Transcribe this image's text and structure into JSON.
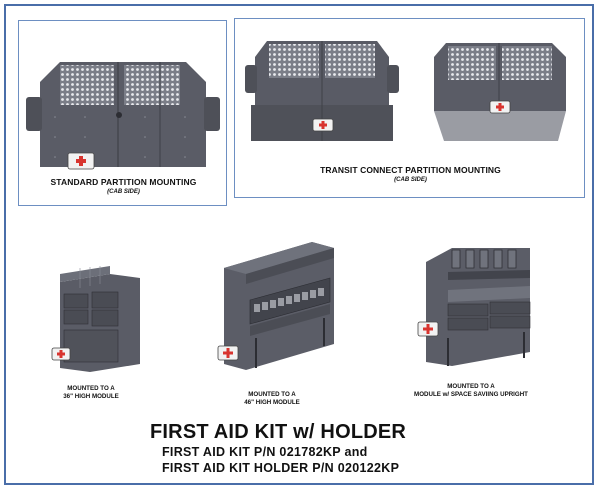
{
  "figures": [
    {
      "caption": "STANDARD PARTITION MOUNTING",
      "subcaption": "(CAB SIDE)"
    },
    {
      "caption": "TRANSIT CONNECT PARTITION MOUNTING",
      "subcaption": "(CAB SIDE)"
    }
  ],
  "modules": [
    {
      "line1": "MOUNTED TO A",
      "line2": "36\" HIGH MODULE"
    },
    {
      "line1": "MOUNTED TO A",
      "line2": "46\" HIGH MODULE"
    },
    {
      "line1": "MOUNTED TO A",
      "line2": "MODULE w/ SPACE SAVIING UPRIGHT"
    }
  ],
  "heading": {
    "title": "FIRST AID KIT w/ HOLDER",
    "part1": "FIRST AID KIT P/N 021782KP and",
    "part2": "FIRST AID KIT HOLDER P/N 020122KP"
  },
  "colors": {
    "frame": "#4a6ea9",
    "panel_border": "#6d8fc2",
    "metal": "#5c5e68",
    "kit_cross": "#d8342f"
  }
}
